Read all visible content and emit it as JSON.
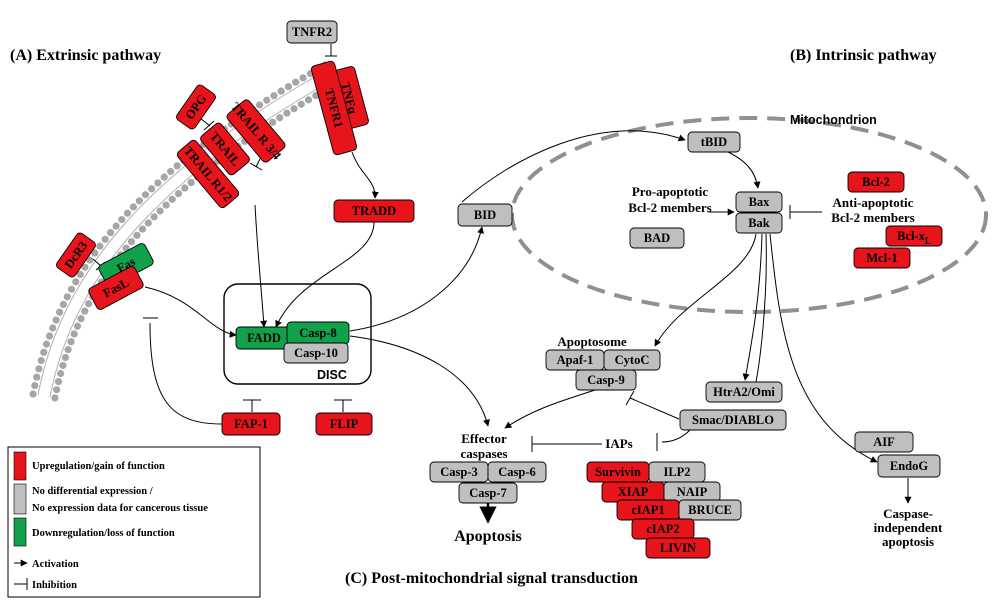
{
  "titles": {
    "extrinsic": "(A) Extrinsic pathway",
    "intrinsic": "(B) Intrinsic pathway",
    "post": "(C) Post-mitochondrial signal transduction",
    "mitochondrion": "Mitochondrion",
    "disc": "DISC",
    "apoptosome": "Apoptosome",
    "effector_1": "Effector",
    "effector_2": "caspases",
    "iaps": "IAPs",
    "apoptosis": "Apoptosis",
    "pro_1": "Pro-apoptotic",
    "pro_2": "Bcl-2 members",
    "anti_1": "Anti-apoptotic",
    "anti_2": "Bcl-2 members",
    "ci_1": "Caspase-",
    "ci_2": "independent",
    "ci_3": "apoptosis"
  },
  "colors": {
    "up": "#e8141c",
    "none": "#bfbfbf",
    "down": "#12a14b",
    "membrane": "#a6a6a6",
    "mito": "#909090"
  },
  "nodes": {
    "tnfr2": "TNFR2",
    "tnfa": "TNFα",
    "tnfr1": "TNFR1",
    "opg": "OPG",
    "trailr34": "TRAIL R 3/4",
    "trail": "TRAIL",
    "trailr12": "TRAIL R1/2",
    "tradd": "TRADD",
    "dcr3": "DcR3",
    "fas": "Fas",
    "fasl": "FasL",
    "fadd": "FADD",
    "casp8": "Casp-8",
    "casp10": "Casp-10",
    "fap1": "FAP-1",
    "flip": "FLIP",
    "bid": "BID",
    "tbid": "tBID",
    "bax": "Bax",
    "bak": "Bak",
    "bad": "BAD",
    "bcl2": "Bcl-2",
    "bclxl": "Bcl-x",
    "bclxl_sub": "L",
    "mcl1": "Mcl-1",
    "apaf1": "Apaf-1",
    "cytoc": "CytoC",
    "casp9": "Casp-9",
    "htra2": "HtrA2/Omi",
    "smac": "Smac/DIABLO",
    "aif": "AIF",
    "endog": "EndoG",
    "casp3": "Casp-3",
    "casp6": "Casp-6",
    "casp7": "Casp-7",
    "survivin": "Survivin",
    "ilp2": "ILP2",
    "xiap": "XIAP",
    "naip": "NAIP",
    "ciap1": "cIAP1",
    "bruce": "BRUCE",
    "ciap2": "cIAP2",
    "livin": "LIVIN"
  },
  "legend": {
    "up": "Upregulation/gain  of function",
    "none_1": "No differential expression /",
    "none_2": "No expression data for cancerous tissue",
    "down": "Downregulation/loss of function",
    "activation": "Activation",
    "inhibition": "Inhibition"
  }
}
